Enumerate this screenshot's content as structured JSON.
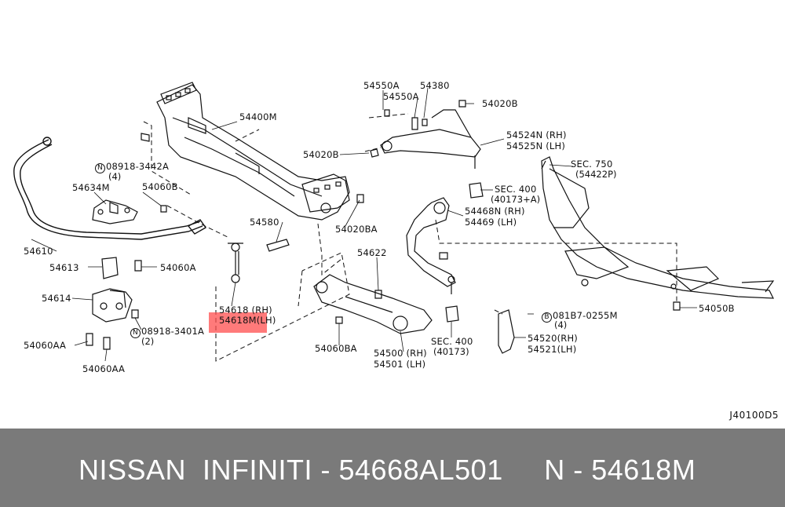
{
  "diagram": {
    "drawing_code": "J40100D5",
    "labels": {
      "p54550A_1": "54550A",
      "p54380": "54380",
      "p54550A_2": "54550A",
      "p54020B_1": "54020B",
      "p54400M": "54400M",
      "p54524N": "54524N (RH)",
      "p54525N": "54525N (LH)",
      "p54020B_2": "54020B",
      "p08918_3442A": "08918-3442A",
      "p08918_3442A_qty": "(4)",
      "p54634M": "54634M",
      "p54060B": "54060B",
      "sec750": "SEC. 750",
      "sec750_ref": "(54422P)",
      "sec400_1": "SEC. 400",
      "sec400_1_ref": "(40173+A)",
      "p54468N": "54468N (RH)",
      "p54469": "54469 (LH)",
      "p54580": "54580",
      "p54020BA": "54020BA",
      "p54610": "54610",
      "p54622": "54622",
      "p54613": "54613",
      "p54060A": "54060A",
      "p54614": "54614",
      "p54618_rh": "54618 (RH)",
      "p54618M_lh": "54618M(LH)",
      "p08918_3401A": "08918-3401A",
      "p08918_3401A_qty": "(2)",
      "p54060AA_1": "54060AA",
      "p54060AA_2": "54060AA",
      "p54060BA": "54060BA",
      "p54500": "54500 (RH)",
      "p54501": "54501 (LH)",
      "sec400_2": "SEC. 400",
      "sec400_2_ref": "(40173)",
      "p081B7": "081B7-0255M",
      "p081B7_qty": "(4)",
      "p54520": "54520(RH)",
      "p54521": "54521(LH)",
      "p54050B": "54050B",
      "n_symbol": "N",
      "b_symbol": "B"
    }
  },
  "footer": {
    "text": "NISSAN  INFINITI - 54668AL501     N - 54618M"
  },
  "colors": {
    "footer_bg": "#7a7a7a",
    "highlight": "#ff4d4d",
    "line": "#111111"
  }
}
